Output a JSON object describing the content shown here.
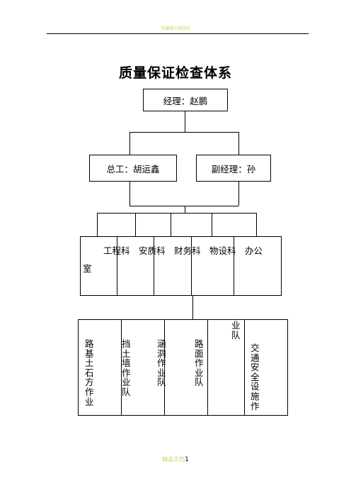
{
  "header": {
    "text": "可编辑文档资料"
  },
  "title": "质量保证检查体系",
  "manager": {
    "label": "经理：赵鹏"
  },
  "second_level": {
    "chief_engineer": "总工：胡运鑫",
    "deputy_manager": "副经理：孙"
  },
  "departments": {
    "line1": "工程科　安质科　财务科　物设科　办公",
    "line2": "室"
  },
  "teams": {
    "roadbed": "路基土石方作业",
    "retaining_wall": "挡土墙作业队",
    "culvert": "涵洞作业队",
    "pavement": "路面作业队",
    "suffix": "业队",
    "traffic_safety": "交通安全设施作"
  },
  "footer": {
    "label": "精品文档",
    "page": "1"
  }
}
